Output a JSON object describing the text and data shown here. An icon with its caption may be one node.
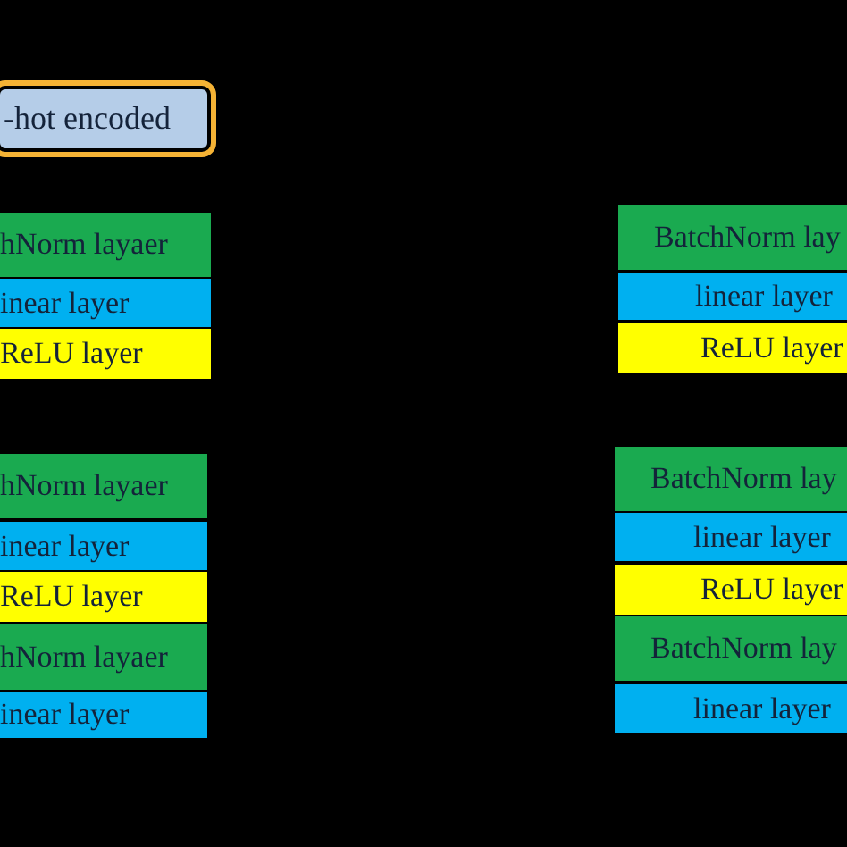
{
  "diagram": {
    "nodes": [
      {
        "text": [
          "-hot encoded"
        ]
      },
      {
        "text": [
          "hNorm layaer"
        ]
      },
      {
        "text": [
          "inear layer"
        ]
      },
      {
        "text": [
          "ReLU layer"
        ]
      },
      {
        "text": [
          "hNorm layaer"
        ]
      },
      {
        "text": [
          "inear layer"
        ]
      },
      {
        "text": [
          "ReLU layer"
        ]
      },
      {
        "text": [
          "hNorm layaer"
        ]
      },
      {
        "text": [
          "inear layer"
        ]
      },
      {
        "text": [
          "BatchNorm lay"
        ]
      },
      {
        "text": [
          "linear layer"
        ]
      },
      {
        "text": [
          "ReLU layer"
        ]
      },
      {
        "text": [
          "BatchNorm lay"
        ]
      },
      {
        "text": [
          "linear layer"
        ]
      },
      {
        "text": [
          "ReLU layer"
        ]
      },
      {
        "text": [
          "BatchNorm lay"
        ]
      },
      {
        "text": [
          "linear layer"
        ]
      }
    ]
  }
}
